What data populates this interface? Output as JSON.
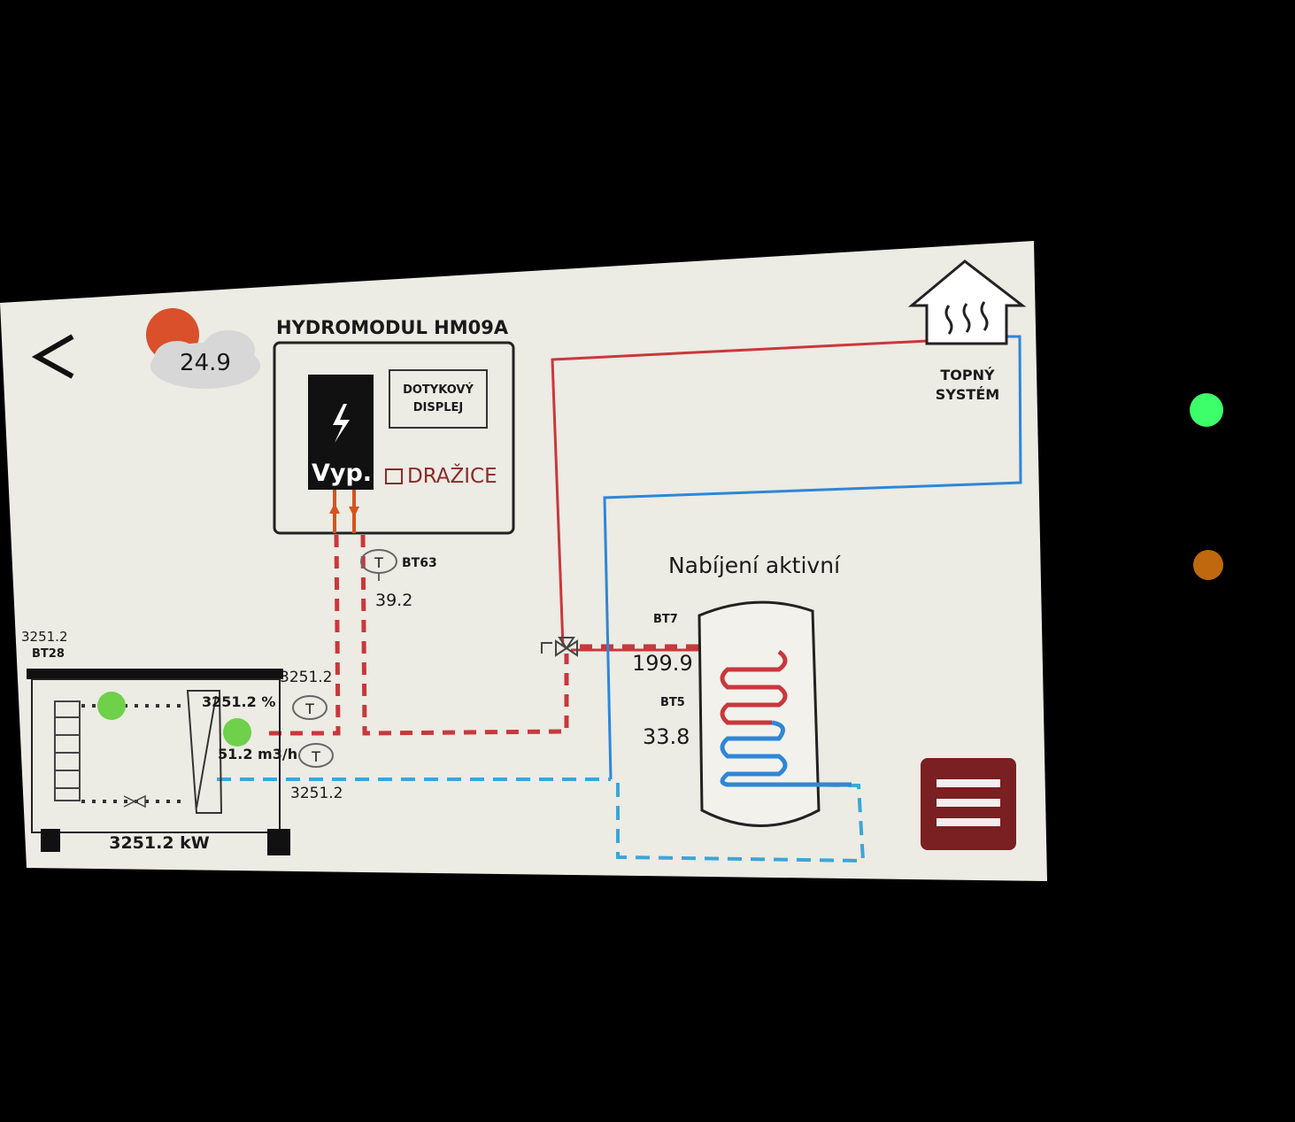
{
  "header": {
    "back_label": "<",
    "outdoor_temp": "24.9",
    "module_title": "HYDROMODUL HM09A"
  },
  "module": {
    "power_state": "Vyp.",
    "display_label_line1": "DOTYKOVÝ",
    "display_label_line2": "DISPLEJ",
    "brand": "DRAŽICE"
  },
  "sensors": {
    "bt63_label": "BT63",
    "bt63_value": "39.2",
    "bt28_value": "3251.2",
    "bt28_label": "BT28",
    "supply_temp": "3251.2",
    "return_temp": "3251.2",
    "bt7_label": "BT7",
    "bt7_value": "199.9",
    "bt5_label": "BT5",
    "bt5_value": "33.8"
  },
  "heat_pump": {
    "compressor_percent": "3251.2 %",
    "flow": "51.2 m3/h",
    "power": "3251.2 kW"
  },
  "heating_system": {
    "line1": "TOPNÝ",
    "line2": "SYSTÉM"
  },
  "tank": {
    "status": "Nabíjení aktivní"
  },
  "colors": {
    "hot": "#c8383c",
    "cold": "#2f86d8",
    "cold_dashed": "#3aa6d8",
    "menu": "#7a1f22",
    "pump": "#6fd04a",
    "led_green": "#3cff6a",
    "led_orange": "#e07a10"
  }
}
